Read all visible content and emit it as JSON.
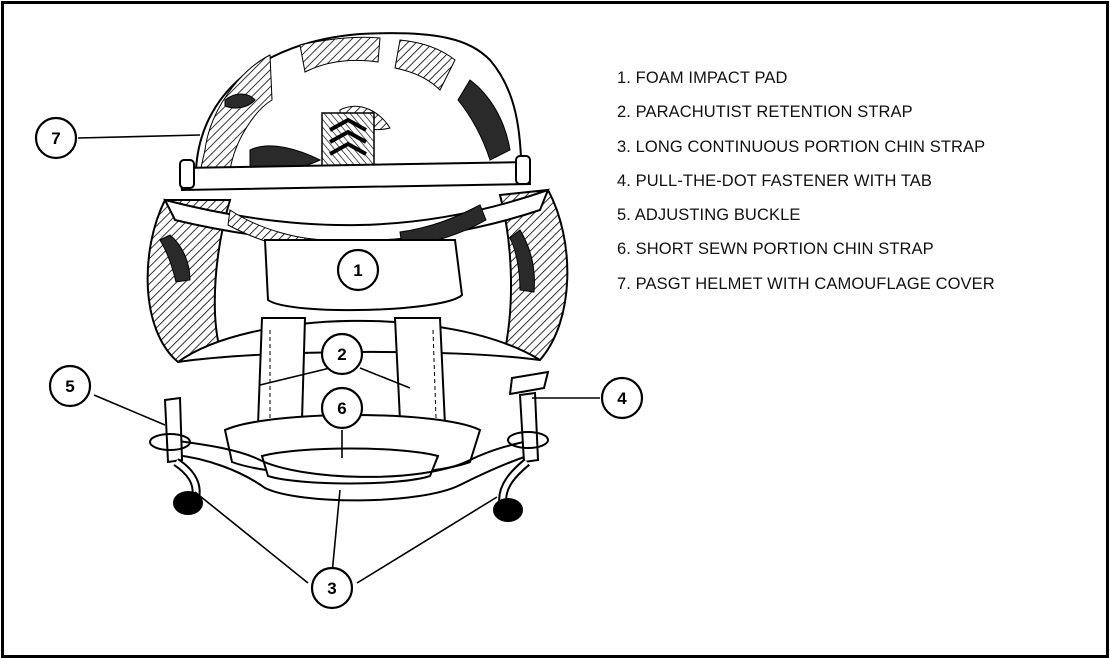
{
  "legend": {
    "items": [
      "1. FOAM IMPACT PAD",
      "2. PARACHUTIST RETENTION STRAP",
      "3. LONG CONTINUOUS PORTION CHIN STRAP",
      "4. PULL-THE-DOT FASTENER WITH TAB",
      "5. ADJUSTING BUCKLE",
      "6. SHORT SEWN PORTION CHIN STRAP",
      "7. PASGT HELMET WITH CAMOUFLAGE COVER"
    ]
  },
  "callouts": {
    "c1": "1",
    "c2": "2",
    "c3": "3",
    "c4": "4",
    "c5": "5",
    "c6": "6",
    "c7": "7"
  },
  "colors": {
    "ink": "#000000",
    "paper": "#ffffff",
    "camo_dark": "#2a2a2a"
  }
}
